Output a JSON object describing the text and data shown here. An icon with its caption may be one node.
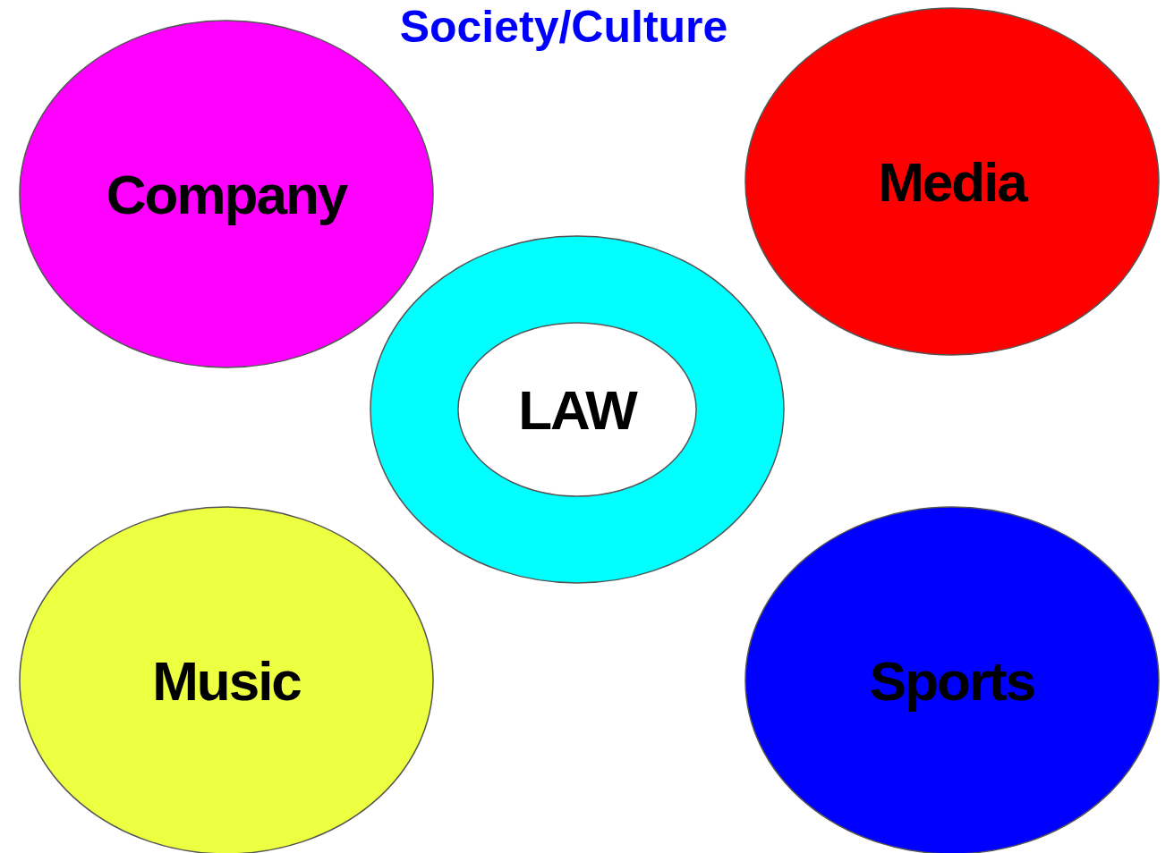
{
  "diagram": {
    "title": "Society/Culture",
    "nodes": [
      {
        "text": [
          "Company"
        ]
      },
      {
        "text": [
          "Media"
        ]
      },
      {
        "text": [
          "LAW"
        ]
      },
      {
        "text": [
          "Music"
        ]
      },
      {
        "text": [
          "Sports"
        ]
      }
    ]
  }
}
